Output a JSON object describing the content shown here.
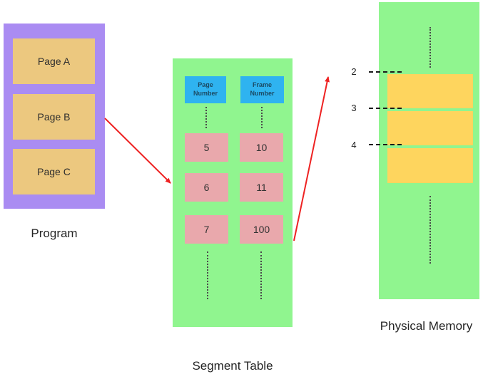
{
  "colors": {
    "program_frame": "#aa8cf2",
    "page_fill": "#ecc87f",
    "table_fill": "#90f58f",
    "header_fill": "#2fb3f0",
    "header_text": "#1b4a63",
    "entry_fill": "#e9a8ac",
    "memory_frame_fill": "#fed55e",
    "arrow": "#ee2222",
    "text": "#252525"
  },
  "program": {
    "label": "Program",
    "pages": [
      {
        "label": "Page A"
      },
      {
        "label": "Page B"
      },
      {
        "label": "Page C"
      }
    ]
  },
  "segment_table": {
    "label": "Segment Table",
    "columns": [
      {
        "header": "Page Number"
      },
      {
        "header": "Frame Number"
      }
    ],
    "rows": [
      {
        "page": "5",
        "frame": "10"
      },
      {
        "page": "6",
        "frame": "11"
      },
      {
        "page": "7",
        "frame": "100"
      }
    ]
  },
  "physical_memory": {
    "label": "Physical Memory",
    "frame_labels": [
      {
        "label": "2"
      },
      {
        "label": "3"
      },
      {
        "label": "4"
      }
    ]
  }
}
